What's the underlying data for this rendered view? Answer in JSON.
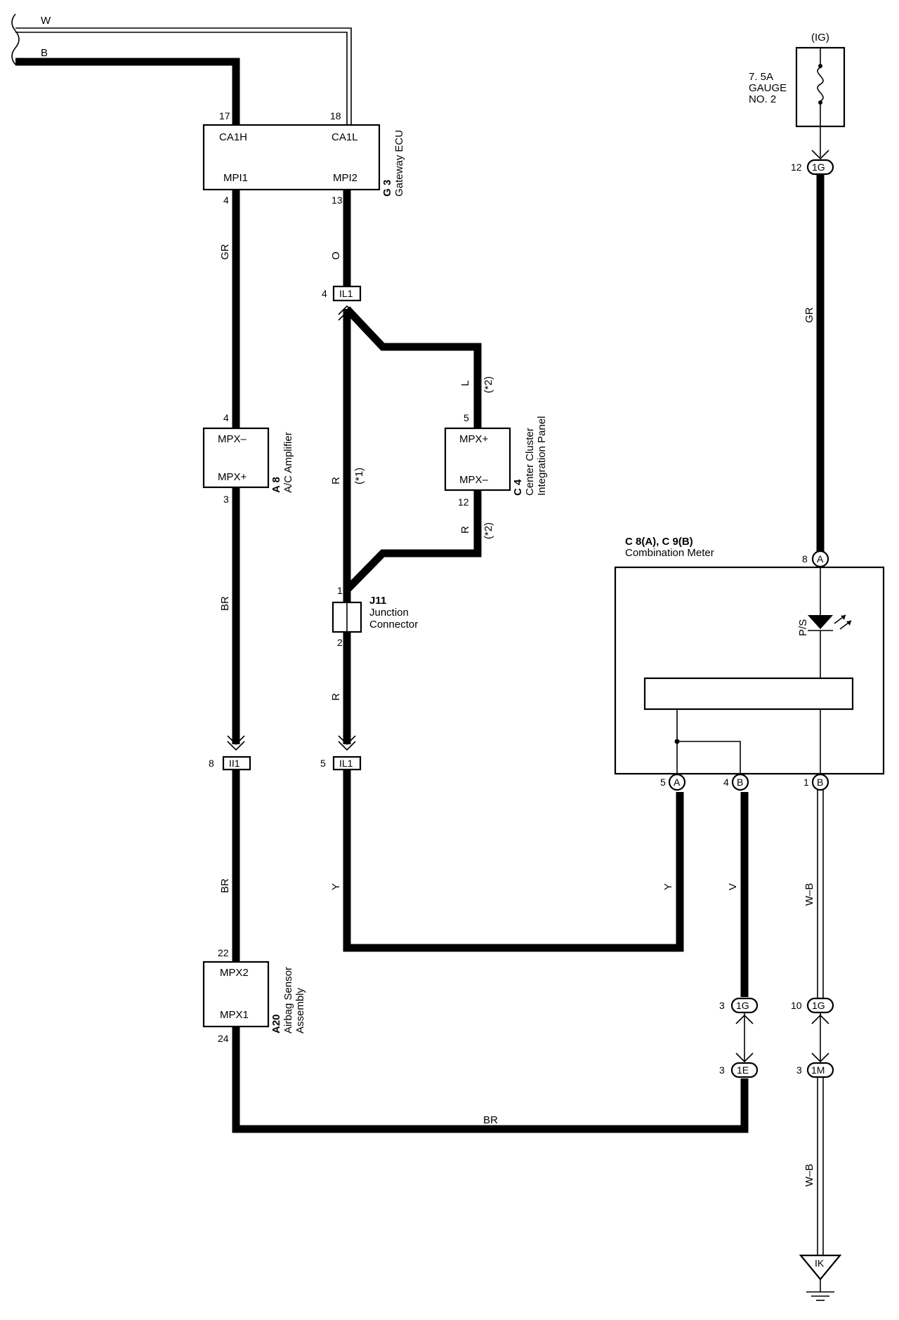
{
  "wires": {
    "w_top": "W",
    "b_top": "B",
    "gr_left": "GR",
    "br_upper": "BR",
    "br_lower": "BR",
    "br_bottom": "BR",
    "o": "O",
    "r_main": "R",
    "star1": "(*1)",
    "l": "L",
    "star2_upper": "(*2)",
    "r_right": "R",
    "star2_lower": "(*2)",
    "r_lower": "R",
    "y_left": "Y",
    "y_right": "Y",
    "v": "V",
    "gr_right": "GR",
    "wb_upper": "W–B",
    "wb_lower": "W–B"
  },
  "gateway_ecu": {
    "code": "G 3",
    "name": "Gateway ECU",
    "pin_ca1h": "CA1H",
    "pin_ca1l": "CA1L",
    "pin_mpi1": "MPI1",
    "pin_mpi2": "MPI2",
    "num_17": "17",
    "num_18": "18",
    "num_4": "4",
    "num_13": "13"
  },
  "ac_amplifier": {
    "code": "A 8",
    "name": "A/C Amplifier",
    "pin_top": "MPX–",
    "pin_bottom": "MPX+",
    "num_top": "4",
    "num_bottom": "3"
  },
  "center_cluster": {
    "code": "C 4",
    "name_line1": "Center Cluster",
    "name_line2": "Integration Panel",
    "pin_top": "MPX+",
    "pin_bottom": "MPX–",
    "num_top": "5",
    "num_bottom": "12"
  },
  "airbag_sensor": {
    "code": "A20",
    "name_line1": "Airbag Sensor",
    "name_line2": "Assembly",
    "pin_top": "MPX2",
    "pin_bottom": "MPX1",
    "num_top": "22",
    "num_bottom": "24"
  },
  "junction_connector": {
    "code": "J11",
    "name_line1": "Junction",
    "name_line2": "Connector",
    "num_top": "1",
    "num_bottom": "2"
  },
  "connectors": {
    "il1_top": {
      "label": "IL1",
      "pin": "4"
    },
    "il1_bottom": {
      "label": "IL1",
      "pin": "5"
    },
    "ii1": {
      "label": "II1",
      "pin": "8"
    },
    "ig_top": {
      "label": "1G",
      "pin": "12"
    },
    "ig_v": {
      "label": "1G",
      "pin": "3"
    },
    "ie": {
      "label": "1E",
      "pin": "3"
    },
    "ig_wb": {
      "label": "1G",
      "pin": "10"
    },
    "im": {
      "label": "1M",
      "pin": "3"
    }
  },
  "fuse": {
    "source": "(IG)",
    "line1": "7. 5A",
    "line2": "GAUGE",
    "line3": "NO. 2"
  },
  "combination_meter": {
    "code": "C 8(A), C 9(B)",
    "name": "Combination Meter",
    "indicator": "P/S",
    "pin_a_top": {
      "letter": "A",
      "num": "8"
    },
    "pin_a_bottom": {
      "letter": "A",
      "num": "5"
    },
    "pin_b_mid": {
      "letter": "B",
      "num": "4"
    },
    "pin_b_right": {
      "letter": "B",
      "num": "1"
    }
  },
  "ground": {
    "label": "IK"
  }
}
